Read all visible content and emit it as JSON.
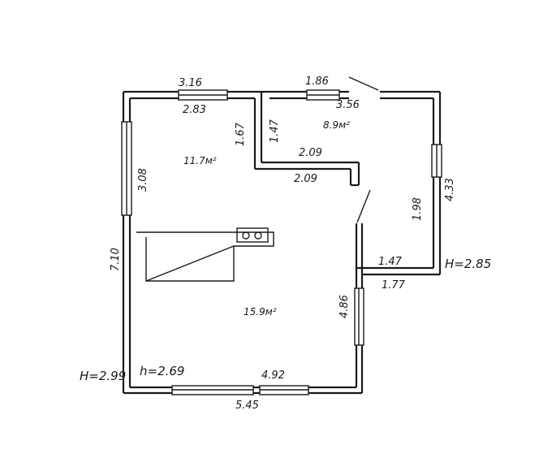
{
  "plan": {
    "labels": {
      "top_left_outer": "3.16",
      "top_right_outer": "1.86",
      "top_left_inner": "2.83",
      "top_right_inner": "3.56",
      "partition_vertical_1": "1.67",
      "partition_vertical_2": "1.47",
      "step_top": "2.09",
      "step_bottom": "2.09",
      "left_upper": "3.08",
      "left_overall": "7.10",
      "right_upper_outer": "4.33",
      "right_upper_inner": "1.98",
      "right_step_inner": "1.47",
      "right_step_outer": "1.77",
      "right_lower_inner": "4.86",
      "bottom_inner": "4.92",
      "bottom_outer": "5.45"
    },
    "rooms": {
      "room_1_area": "11.7м²",
      "room_2_area": "8.9м²",
      "room_3_area": "15.9м²"
    },
    "heights": {
      "height_left": "H=2.99",
      "height_inner": "h=2.69",
      "height_right": "H=2.85"
    }
  }
}
